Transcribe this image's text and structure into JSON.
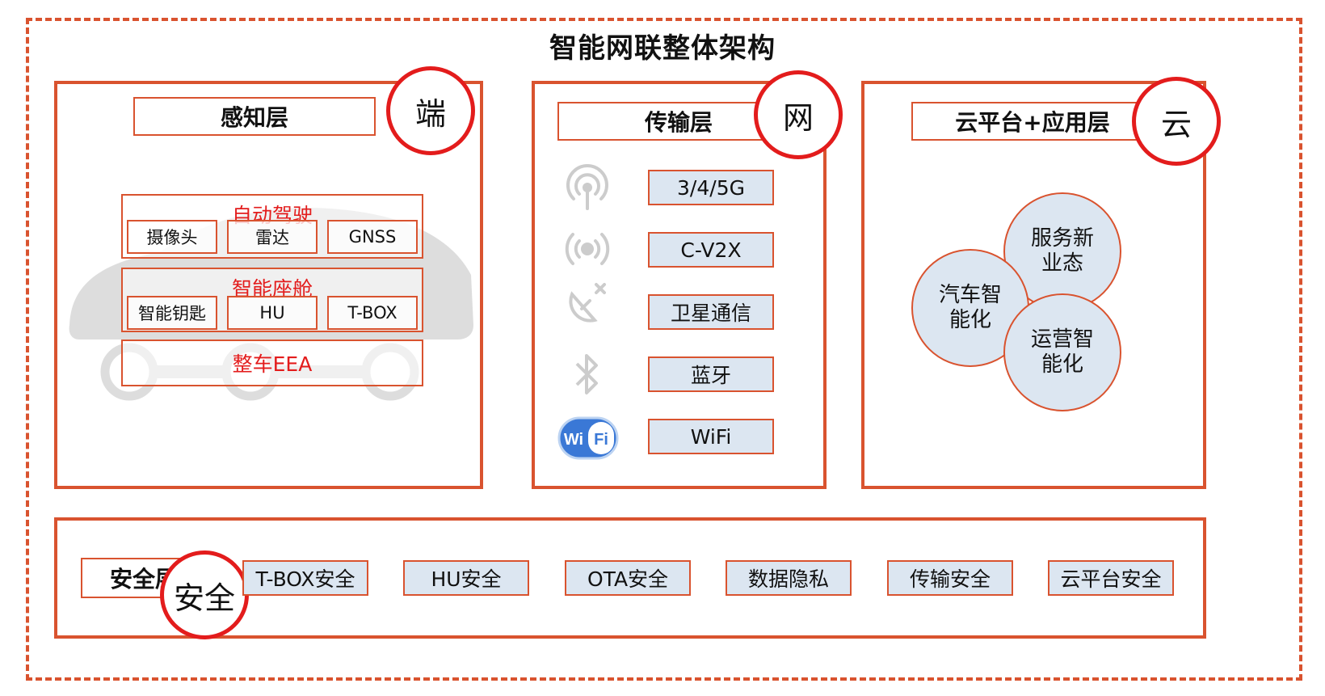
{
  "title": "智能网联整体架构",
  "colors": {
    "accent": "#d9532f",
    "marker": "#e31c1c",
    "fill": "#dce6f1"
  },
  "perception": {
    "header": "感知层",
    "marker": "端",
    "groups": [
      {
        "title": "自动驾驶",
        "items": [
          "摄像头",
          "雷达",
          "GNSS"
        ]
      },
      {
        "title": "智能座舱",
        "items": [
          "智能钥匙",
          "HU",
          "T-BOX"
        ]
      },
      {
        "title": "整车EEA",
        "items": []
      }
    ]
  },
  "transport": {
    "header": "传输层",
    "marker": "网",
    "items": [
      {
        "label": "3/4/5G",
        "icon": "antenna-signal-icon"
      },
      {
        "label": "C-V2X",
        "icon": "broadcast-icon"
      },
      {
        "label": "卫星通信",
        "icon": "satellite-dish-icon"
      },
      {
        "label": "蓝牙",
        "icon": "bluetooth-icon"
      },
      {
        "label": "WiFi",
        "icon": "wifi-logo-icon"
      }
    ]
  },
  "cloud": {
    "header": "云平台+应用层",
    "marker": "云",
    "bubbles": [
      "服务新\n业态",
      "汽车智\n能化",
      "运营智\n能化"
    ]
  },
  "security": {
    "header": "安全层",
    "marker": "安全",
    "items": [
      "T-BOX安全",
      "HU安全",
      "OTA安全",
      "数据隐私",
      "传输安全",
      "云平台安全"
    ]
  }
}
